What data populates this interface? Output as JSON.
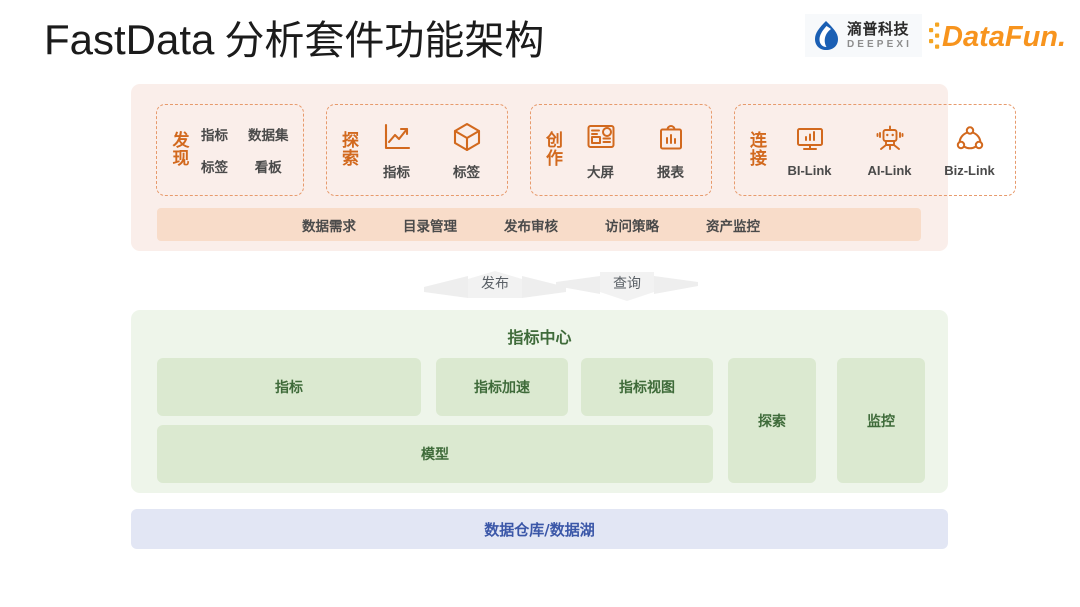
{
  "header": {
    "title_latin": "FastData",
    "title_cjk": "分析套件功能架构",
    "logos": [
      {
        "name": "deepexi",
        "cn": "滴普科技",
        "en": "DEEPEXI"
      },
      {
        "name": "datafun",
        "text": "DataFun."
      }
    ]
  },
  "application_layer": {
    "groups": [
      {
        "title_line1": "发",
        "title_line2": "现",
        "layout": "text-grid",
        "items": [
          "指标",
          "数据集",
          "标签",
          "看板"
        ]
      },
      {
        "title_line1": "探",
        "title_line2": "索",
        "layout": "icon-row",
        "items": [
          {
            "label": "指标",
            "icon": "line-chart-icon"
          },
          {
            "label": "标签",
            "icon": "cube-icon"
          }
        ]
      },
      {
        "title_line1": "创",
        "title_line2": "作",
        "layout": "icon-row",
        "items": [
          {
            "label": "大屏",
            "icon": "dashboard-screen-icon"
          },
          {
            "label": "报表",
            "icon": "report-clipboard-icon"
          }
        ]
      },
      {
        "title_line1": "连",
        "title_line2": "接",
        "layout": "icon-row",
        "items": [
          {
            "label": "BI-Link",
            "icon": "monitor-chart-icon"
          },
          {
            "label": "AI-Link",
            "icon": "robot-icon"
          },
          {
            "label": "Biz-Link",
            "icon": "share-nodes-icon"
          }
        ]
      }
    ],
    "governance_bar": [
      "数据需求",
      "目录管理",
      "发布审核",
      "访问策略",
      "资产监控"
    ]
  },
  "flow": {
    "publish": "发布",
    "query": "查询"
  },
  "metrics_center": {
    "title": "指标中心",
    "boxes": {
      "zhibiao": "指标",
      "jiasu": "指标加速",
      "shitu": "指标视图",
      "moxing": "模型",
      "tansuo": "探索",
      "jiankong": "监控"
    }
  },
  "storage_layer": {
    "label": "数据仓库/数据湖"
  },
  "colors": {
    "orange_panel": "#faeeea",
    "orange_accent": "#d2691e",
    "orange_bar": "#f8dcc9",
    "green_panel": "#eef5ea",
    "green_box": "#dbe9d0",
    "green_text": "#3f6b3a",
    "blue_panel": "#e2e6f4",
    "blue_text": "#3b57a8",
    "title_text": "#1b1b1b"
  }
}
